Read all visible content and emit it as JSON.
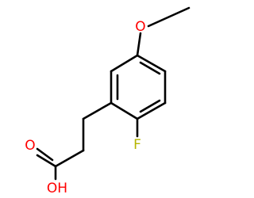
{
  "molecule": {
    "atoms": {
      "methoxy_oxygen": {
        "symbol": "O",
        "color": "#ff0000"
      },
      "fluorine": {
        "symbol": "F",
        "color": "#b5b500"
      },
      "carbonyl_oxygen": {
        "symbol": "O",
        "color": "#ff0000"
      },
      "hydroxyl_group": {
        "symbol": "OH",
        "color": "#ff0000"
      }
    },
    "bond_color": "#000000",
    "background_color": "#ffffff"
  }
}
